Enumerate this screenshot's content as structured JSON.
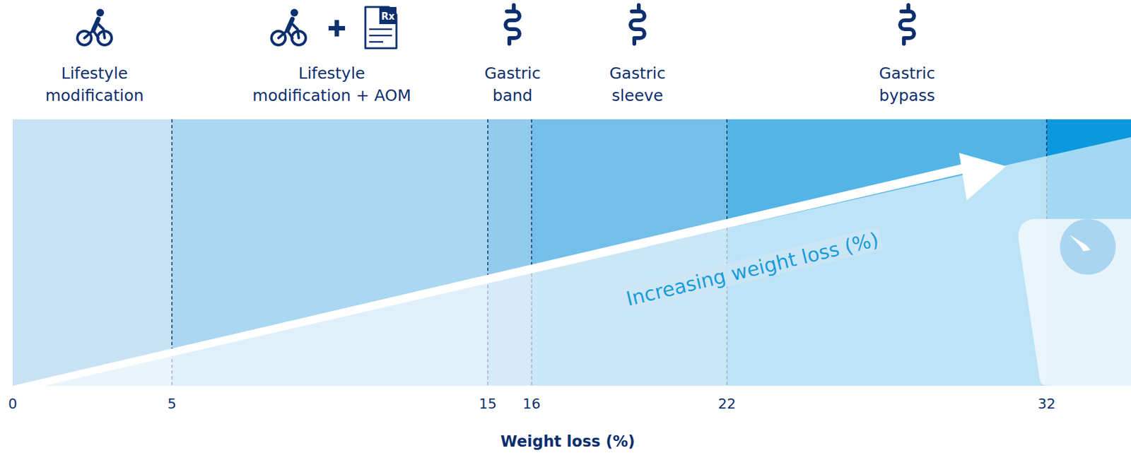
{
  "diagram": {
    "nodes": [
      {
        "text": [
          "Lifestyle modification"
        ]
      },
      {
        "text": [
          "Lifestyle modification + AOM"
        ]
      },
      {
        "text": [
          "Gastric band"
        ]
      },
      {
        "text": [
          "Gastric sleeve"
        ]
      },
      {
        "text": [
          "Gastric bypass"
        ]
      }
    ],
    "labels": [
      "Rx",
      "0",
      "5",
      "15",
      "16",
      "22",
      "32",
      "Weight loss (%)",
      "Increasing weight loss (%)"
    ]
  }
}
